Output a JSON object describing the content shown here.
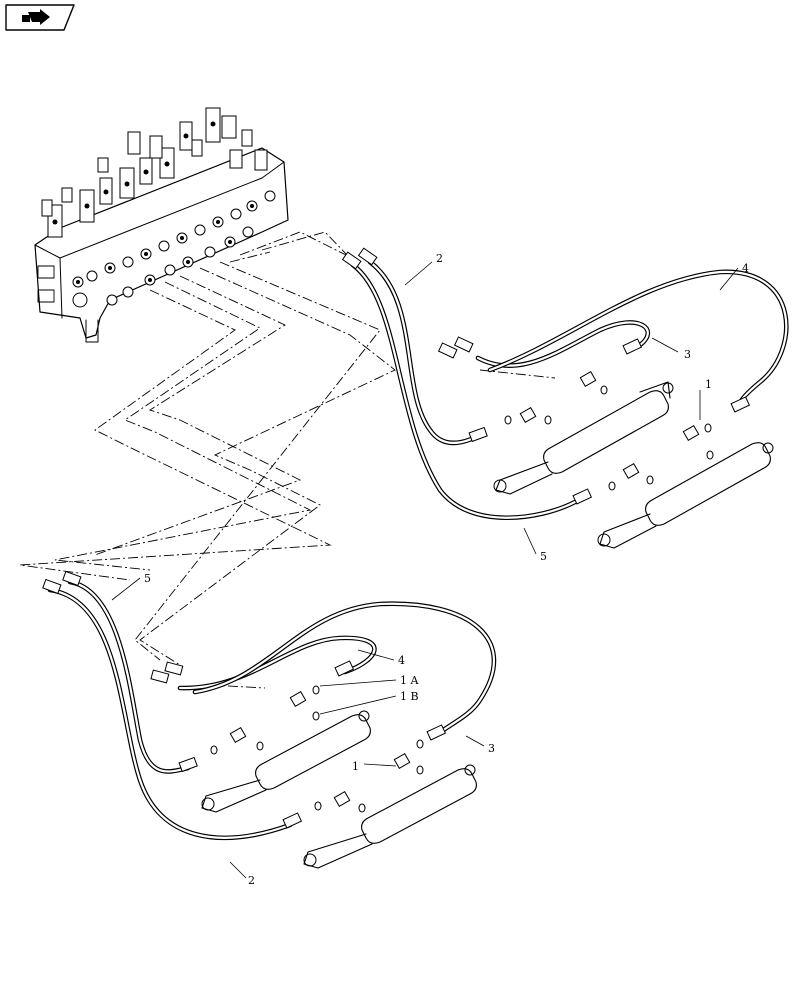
{
  "nav": {
    "icon": "next-page-arrow-icon"
  },
  "callouts": [
    {
      "id": "c-2-top",
      "text": "2"
    },
    {
      "id": "c-4-top",
      "text": "4"
    },
    {
      "id": "c-3-top",
      "text": "3"
    },
    {
      "id": "c-1-top",
      "text": "1"
    },
    {
      "id": "c-5-top",
      "text": "5"
    },
    {
      "id": "c-5-left",
      "text": "5"
    },
    {
      "id": "c-4-low",
      "text": "4"
    },
    {
      "id": "c-1a",
      "text": "1 A"
    },
    {
      "id": "c-1b",
      "text": "1 B"
    },
    {
      "id": "c-3-low",
      "text": "3"
    },
    {
      "id": "c-1-low",
      "text": "1"
    },
    {
      "id": "c-2-low",
      "text": "2"
    }
  ],
  "colors": {
    "ink": "#000000",
    "paper": "#ffffff"
  }
}
